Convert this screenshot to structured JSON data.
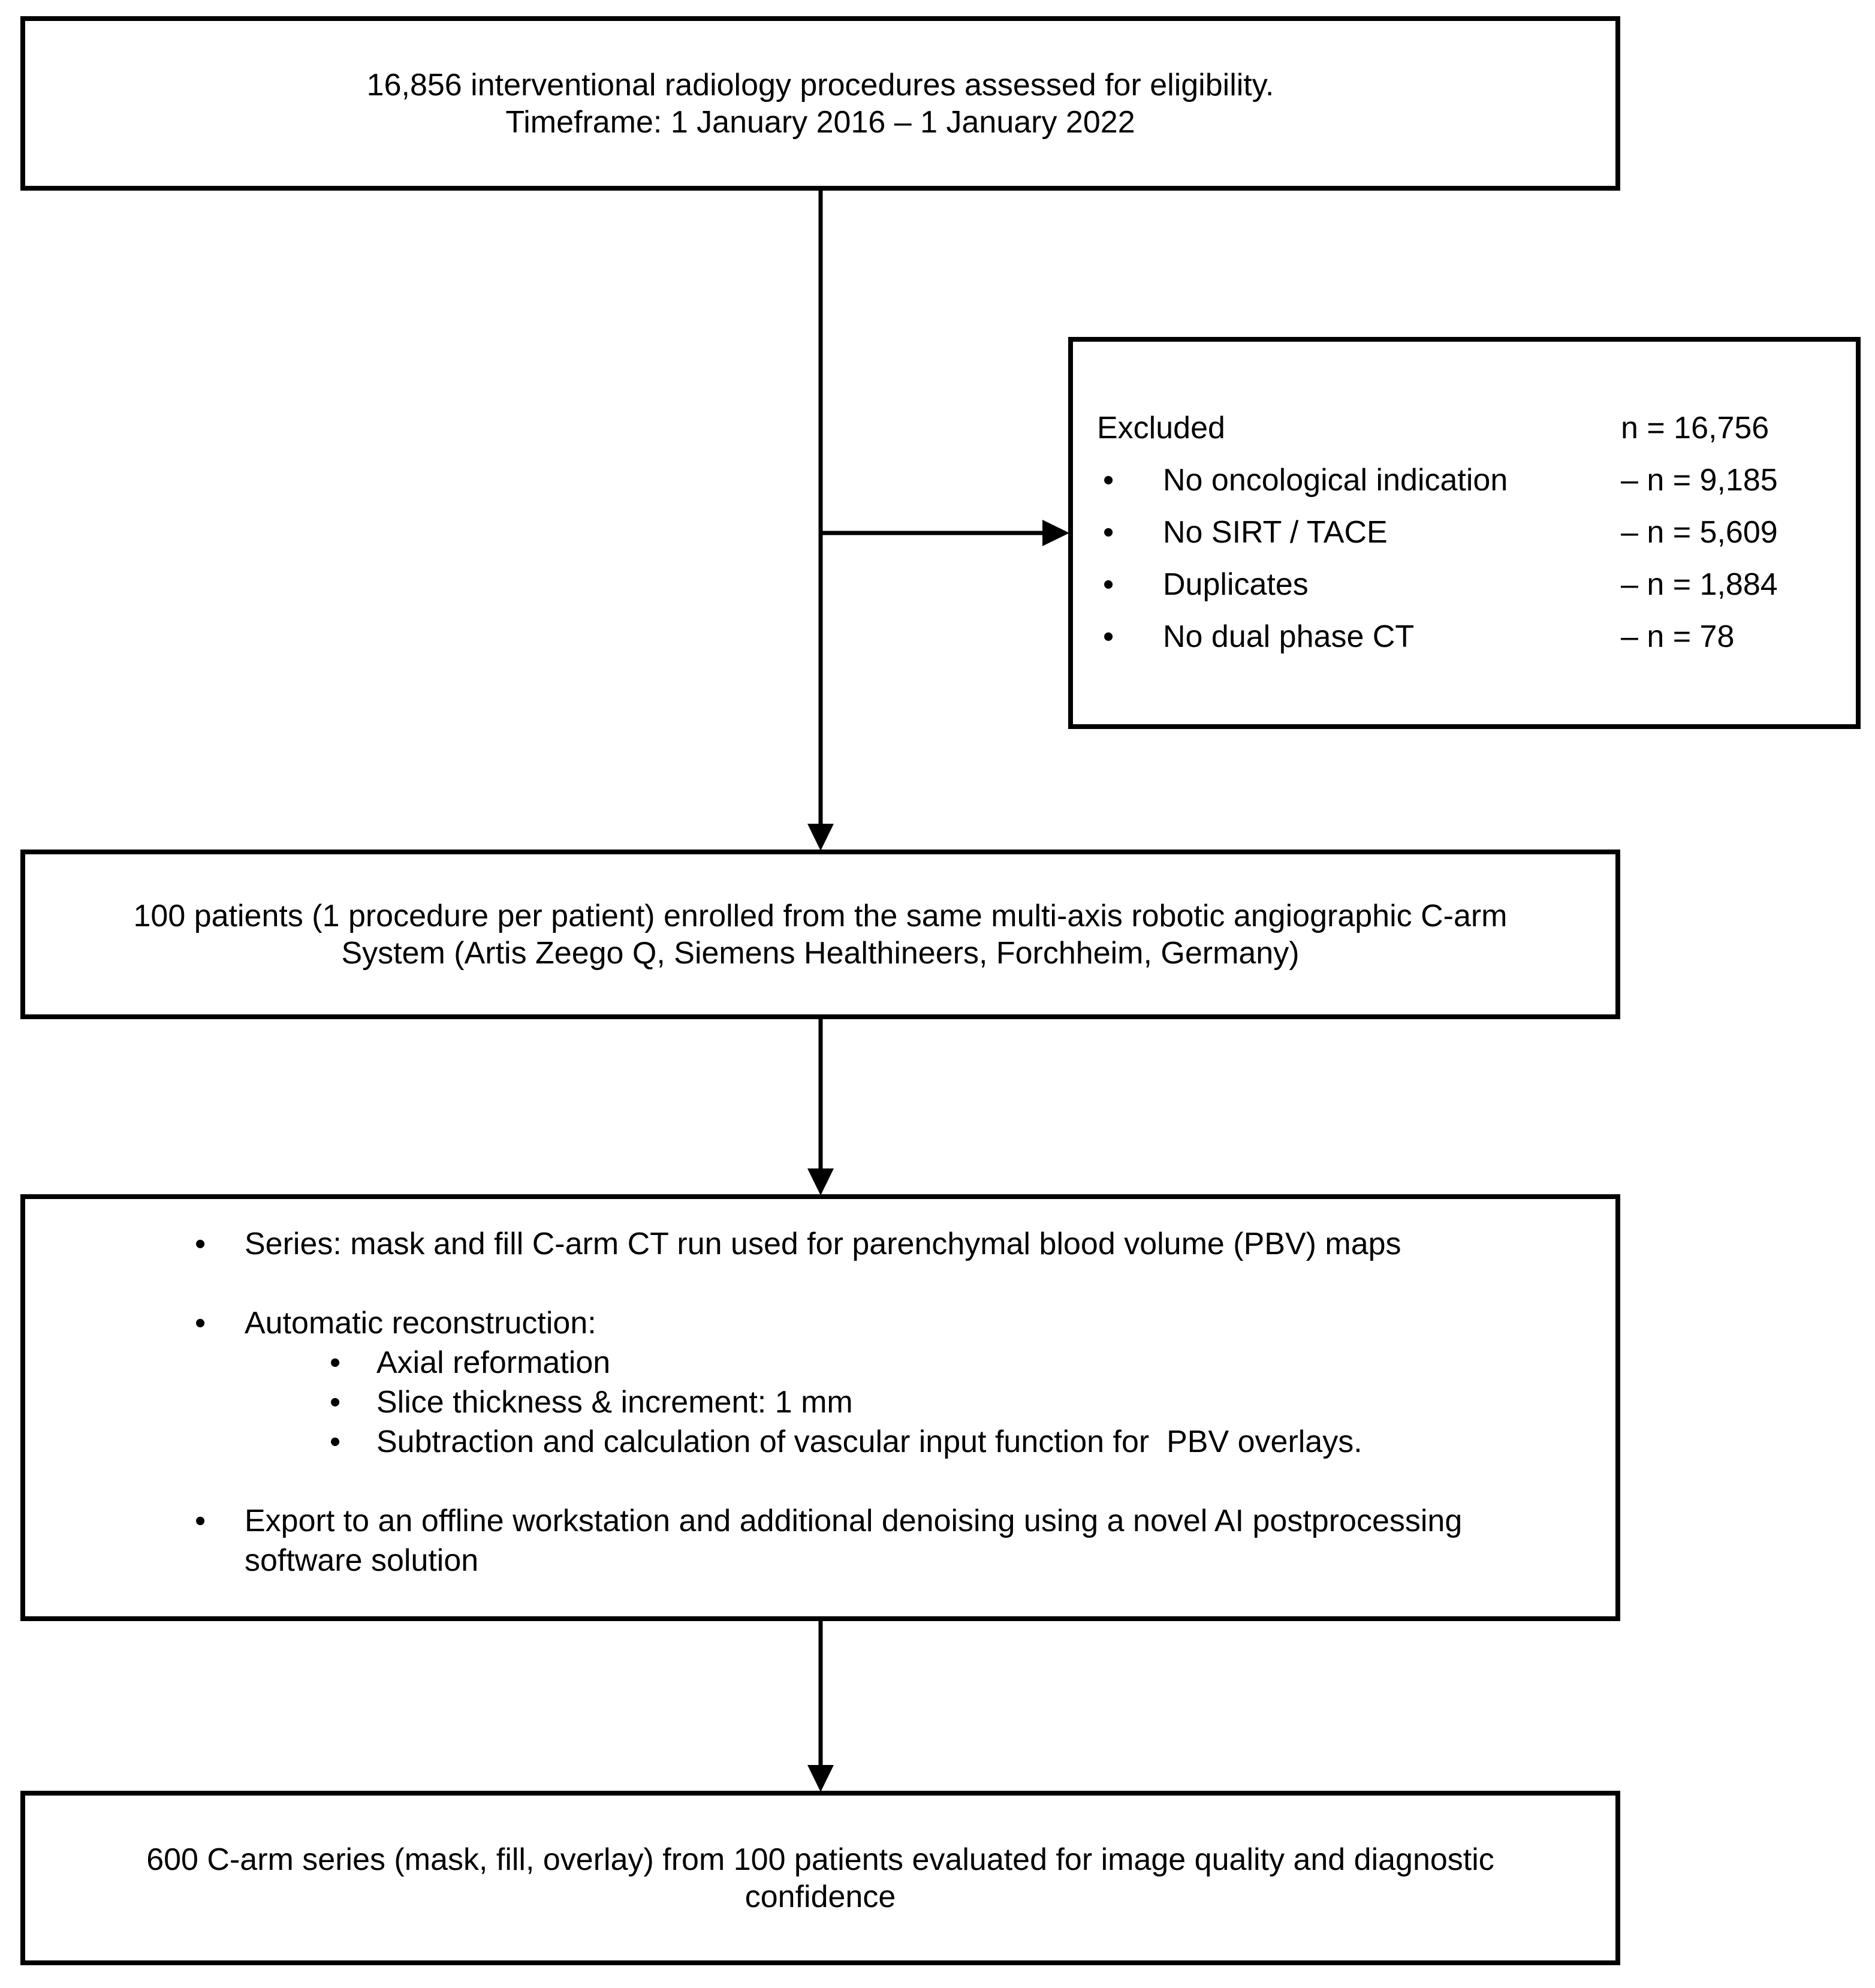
{
  "diagram": {
    "box_eligibility": {
      "lines": [
        "16,856 interventional radiology procedures assessed for eligibility.",
        "Timeframe: 1 January 2016 – 1 January 2022"
      ]
    },
    "box_excluded": {
      "header": {
        "label": "Excluded",
        "value": "n = 16,756"
      },
      "items": [
        {
          "label": "No oncological indication",
          "value": "– n = 9,185"
        },
        {
          "label": "No SIRT / TACE",
          "value": "– n = 5,609"
        },
        {
          "label": "Duplicates",
          "value": "– n = 1,884"
        },
        {
          "label": "No dual phase CT",
          "value": "– n = 78"
        }
      ],
      "bullet_glyph": "•"
    },
    "box_enrolled": {
      "lines": [
        "100 patients (1 procedure per patient) enrolled from the same multi-axis robotic angiographic C-arm",
        "System (Artis Zeego Q, Siemens Healthineers, Forchheim, Germany)"
      ]
    },
    "box_processing": {
      "bullet_glyph": "•",
      "bullets": [
        "Series: mask and fill C-arm CT run used for parenchymal blood volume (PBV) maps",
        "Automatic reconstruction:"
      ],
      "sub_bullets": [
        "Axial reformation",
        "Slice thickness & increment: 1 mm",
        "Subtraction and calculation of vascular input function for  PBV overlays."
      ],
      "bullet_export": "Export to an offline workstation and additional denoising using a novel AI postprocessing software solution"
    },
    "box_outcome": {
      "lines": [
        "600 C-arm series (mask, fill, overlay) from 100 patients evaluated for image quality and diagnostic",
        "confidence"
      ]
    },
    "colors": {
      "line": "#000000",
      "background": "#ffffff",
      "text": "#000000"
    }
  }
}
